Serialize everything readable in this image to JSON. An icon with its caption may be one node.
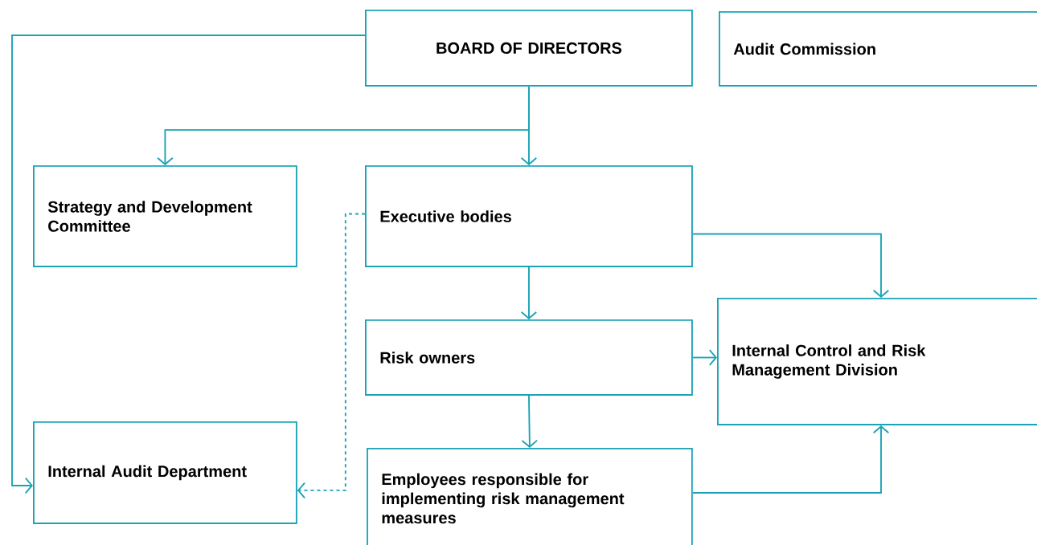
{
  "diagram": {
    "nodes": [
      {
        "text": [
          "BOARD OF DIRECTORS"
        ]
      },
      {
        "text": [
          "Audit Commission"
        ]
      },
      {
        "text": [
          "Strategy and Development Committee"
        ]
      },
      {
        "text": [
          "Executive bodies"
        ]
      },
      {
        "text": [
          "Risk owners"
        ]
      },
      {
        "text": [
          "Internal Control and Risk Management Division"
        ]
      },
      {
        "text": [
          "Internal Audit Department"
        ]
      },
      {
        "text": [
          "Employees responsible for implementing risk management measures"
        ]
      }
    ],
    "edges": [
      {
        "from": 0,
        "to": 2,
        "arrow": "to"
      },
      {
        "from": 0,
        "to": 3,
        "arrow": "to"
      },
      {
        "from": 0,
        "to": 6,
        "arrow": "to"
      },
      {
        "from": 3,
        "to": 6,
        "arrow": "to",
        "style": "dashed"
      },
      {
        "from": 3,
        "to": 5,
        "arrow": "to"
      },
      {
        "from": 3,
        "to": 4,
        "arrow": "to"
      },
      {
        "from": 4,
        "to": 5,
        "arrow": "to"
      },
      {
        "from": 4,
        "to": 7,
        "arrow": "to"
      },
      {
        "from": 7,
        "to": 5,
        "arrow": "to"
      }
    ]
  }
}
